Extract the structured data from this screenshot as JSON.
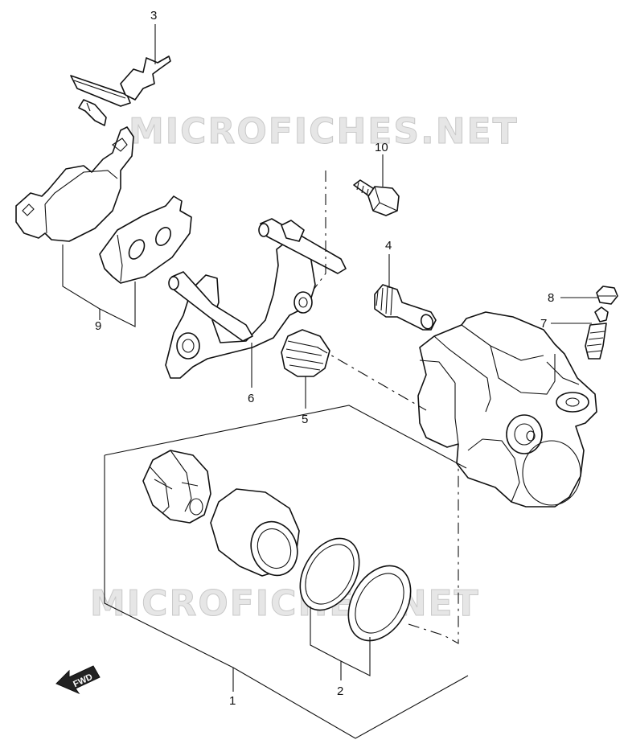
{
  "watermark": {
    "top": "MICROFICHES.NET",
    "bottom": "MICROFICHES.NET"
  },
  "fwd_arrow": {
    "label": "FWD"
  },
  "callouts": [
    {
      "id": "1",
      "label": "1"
    },
    {
      "id": "2",
      "label": "2"
    },
    {
      "id": "3",
      "label": "3"
    },
    {
      "id": "4",
      "label": "4"
    },
    {
      "id": "5",
      "label": "5"
    },
    {
      "id": "6",
      "label": "6"
    },
    {
      "id": "7",
      "label": "7"
    },
    {
      "id": "8",
      "label": "8"
    },
    {
      "id": "9",
      "label": "9"
    },
    {
      "id": "10",
      "label": "10"
    }
  ]
}
